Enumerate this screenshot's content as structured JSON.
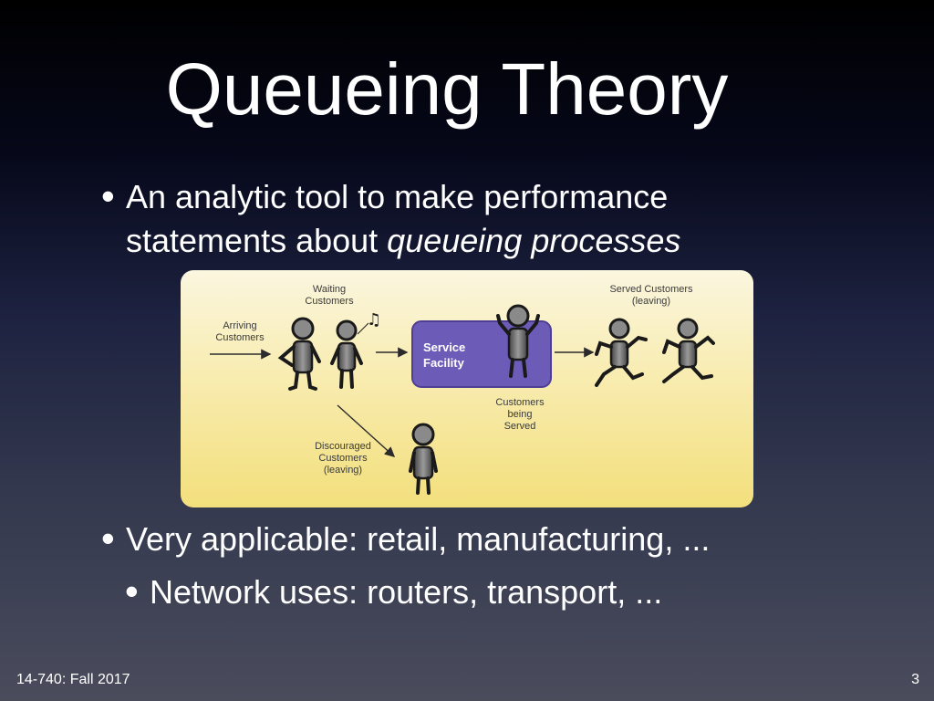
{
  "slide": {
    "title": "Queueing Theory",
    "bullet1_text": "An analytic tool to make performance statements about ",
    "bullet1_emphasis": "queueing processes",
    "bullet2": "Very applicable: retail, manufacturing, ...",
    "bullet3": "Network uses: routers, transport, ..."
  },
  "figure": {
    "label_waiting_1": "Waiting",
    "label_waiting_2": "Customers",
    "label_arriving_1": "Arriving",
    "label_arriving_2": "Customers",
    "label_service_1": "Service",
    "label_service_2": "Facility",
    "label_served_1": "Served Customers",
    "label_served_2": "(leaving)",
    "label_being_1": "Customers",
    "label_being_2": "being",
    "label_being_3": "Served",
    "label_discouraged_1": "Discouraged",
    "label_discouraged_2": "Customers",
    "label_discouraged_3": "(leaving)",
    "music_note": "♫",
    "colors": {
      "service_box": "#6c5cb8",
      "figure_body": "#7a7a7a",
      "background_top": "#fbf6df",
      "background_bottom": "#f3df7c"
    }
  },
  "footer": {
    "course": "14-740: Fall 2017",
    "page_number": "3"
  }
}
